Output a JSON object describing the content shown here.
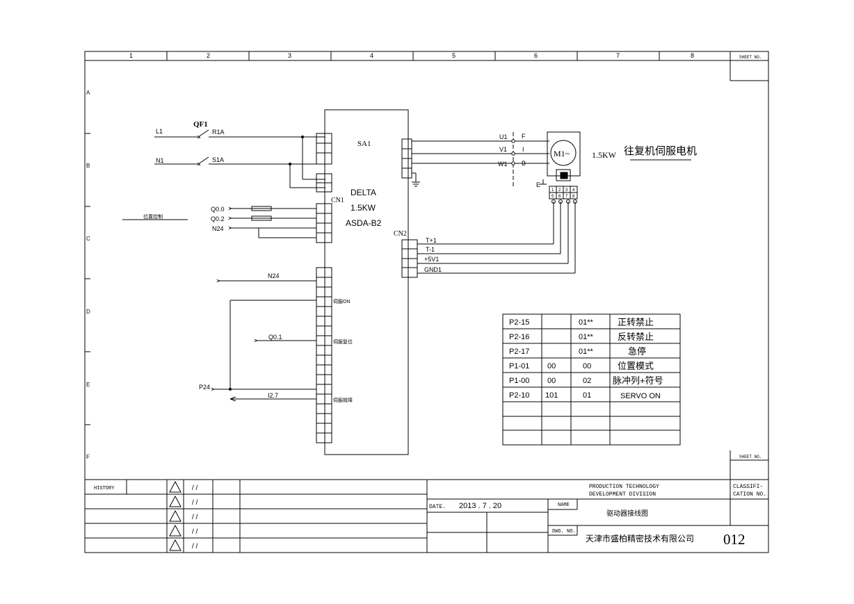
{
  "columns": [
    "1",
    "2",
    "3",
    "4",
    "5",
    "6",
    "7",
    "8"
  ],
  "rows": [
    "A",
    "B",
    "C",
    "D",
    "E",
    "F"
  ],
  "sheet_no_label": "SHEET NO.",
  "power": {
    "qf": "QF1",
    "l1": "L1",
    "n1": "N1",
    "r1a": "R1A",
    "s1a": "S1A"
  },
  "drive": {
    "ref": "SA1",
    "brand": "DELTA",
    "power": "1.5KW",
    "model": "ASDA-B2",
    "cn1": "CN1",
    "cn2": "CN2"
  },
  "motor": {
    "u1": "U1",
    "v1": "V1",
    "w1": "W1",
    "f": "F",
    "i": "I",
    "b": "B",
    "e": "E",
    "symbol": "M1~",
    "caption_kw": "1.5KW",
    "caption_cn": "往复机伺服电机",
    "encoder_pins": [
      "1",
      "2",
      "3",
      "4",
      "5",
      "6",
      "7",
      "8"
    ]
  },
  "signals": {
    "position_control": "位置控制",
    "q00": "Q0.0",
    "q02": "Q0.2",
    "n24_in": "N24",
    "n24_line": "N24",
    "servo_on": "伺服ON",
    "q01": "Q0.1",
    "servo_reset": "伺服复位",
    "p24": "P24",
    "i27": "I2.7",
    "servo_fault": "伺服故障"
  },
  "encoder_lines": [
    "T+1",
    "T-1",
    "+5V1",
    "GND1"
  ],
  "param_table": {
    "rows": [
      [
        "P2-15",
        "",
        "01**",
        "正转禁止"
      ],
      [
        "P2-16",
        "",
        "01**",
        "反转禁止"
      ],
      [
        "P2-17",
        "",
        "01**",
        "急停"
      ],
      [
        "P1-01",
        "00",
        "00",
        "位置模式"
      ],
      [
        "P1-00",
        "00",
        "02",
        "脉冲列+符号"
      ],
      [
        "P2-10",
        "101",
        "01",
        "SERVO ON"
      ],
      [
        "",
        "",
        "",
        ""
      ],
      [
        "",
        "",
        "",
        ""
      ],
      [
        "",
        "",
        "",
        ""
      ]
    ]
  },
  "title_block": {
    "history": "HISTORY",
    "slash": "/ /",
    "org_line1": "PRODUCTION TECHNOLOGY",
    "org_line2": "DEVELOPMENT DIVISION",
    "classification_1": "CLASSIFI-",
    "classification_2": "CATION NO.",
    "date_label": "DATE.",
    "date_value": "2013 . 7 . 20",
    "name_label": "NAME",
    "drawing_name": "驱动器接线图",
    "dwg_label": "DWG. NO.",
    "company": "天津市盛柏精密技术有限公司",
    "number": "012"
  }
}
